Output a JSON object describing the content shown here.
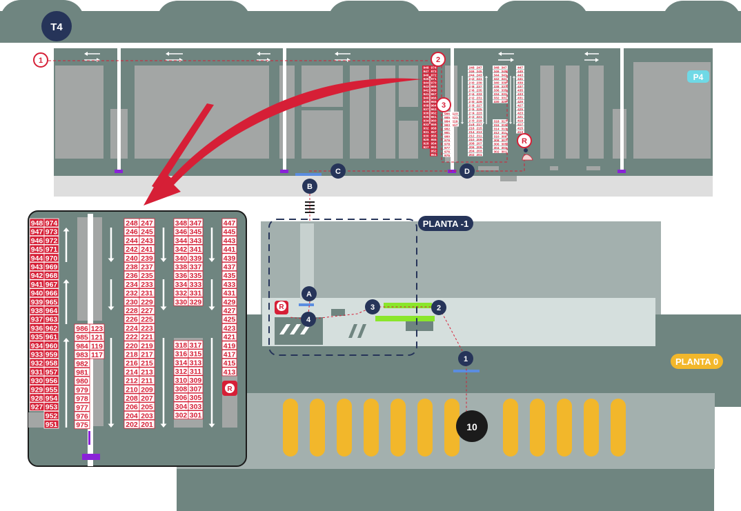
{
  "terminal": {
    "label": "T4"
  },
  "parking": {
    "label": "P4"
  },
  "floors": {
    "level_minus_1": "PLANTA -1",
    "level_0": "PLANTA 0"
  },
  "gate_marker": {
    "label": "10"
  },
  "route_markers": {
    "top_red": [
      "1",
      "2",
      "3"
    ],
    "top_dark": [
      "B",
      "C",
      "D"
    ],
    "bottom_dark": [
      "A",
      "4",
      "3",
      "2",
      "1"
    ]
  },
  "reserved_marker": {
    "label": "R"
  },
  "zoom": {
    "col1_left": [
      "948",
      "947",
      "946",
      "945",
      "944",
      "943",
      "942",
      "941",
      "940",
      "939",
      "938",
      "937",
      "936",
      "935",
      "934",
      "933",
      "932",
      "931",
      "930",
      "929",
      "928",
      "927"
    ],
    "col1_right": [
      "974",
      "973",
      "972",
      "971",
      "970",
      "969",
      "968",
      "967",
      "966",
      "965",
      "964",
      "963",
      "962",
      "961",
      "960",
      "959",
      "958",
      "957",
      "956",
      "955",
      "954",
      "953",
      "952",
      "951"
    ],
    "col2_left": [
      "986",
      "985",
      "984",
      "983",
      "982",
      "981",
      "980",
      "979",
      "978",
      "977",
      "976",
      "975"
    ],
    "col2_right": [
      "123",
      "121",
      "119",
      "117"
    ],
    "col3a_left": [
      "248",
      "246",
      "244",
      "242",
      "240",
      "238",
      "236",
      "234",
      "232",
      "230",
      "228",
      "226",
      "224",
      "222",
      "220",
      "218",
      "216",
      "214",
      "212",
      "210",
      "208",
      "206",
      "204",
      "202"
    ],
    "col3a_right": [
      "247",
      "245",
      "243",
      "241",
      "239",
      "237",
      "235",
      "233",
      "231",
      "229",
      "227",
      "225",
      "223",
      "221",
      "219",
      "217",
      "215",
      "213",
      "211",
      "209",
      "207",
      "205",
      "203",
      "201"
    ],
    "col4a_left": [
      "348",
      "346",
      "344",
      "342",
      "340",
      "338",
      "336",
      "334",
      "332",
      "330"
    ],
    "col4a_right": [
      "347",
      "345",
      "343",
      "341",
      "339",
      "337",
      "335",
      "333",
      "331",
      "329"
    ],
    "col4b_left": [
      "318",
      "316",
      "314",
      "312",
      "310",
      "308",
      "306",
      "304",
      "302"
    ],
    "col4b_right": [
      "317",
      "315",
      "313",
      "311",
      "309",
      "307",
      "305",
      "303",
      "301"
    ],
    "col5": [
      "447",
      "445",
      "443",
      "441",
      "439",
      "437",
      "435",
      "433",
      "431",
      "429",
      "427",
      "425",
      "423",
      "421",
      "419",
      "417",
      "415",
      "413"
    ]
  },
  "colors": {
    "accent_red": "#d61f36",
    "route_navy": "#263459",
    "floor_label_yellow": "#f2b72b",
    "parking_slate": "#6f8580",
    "bay_gray": "#a3a6a5",
    "highlight_green": "#8ae62b",
    "barrier_purple": "#8a22d8",
    "link_blue": "#5b8de0",
    "parking_cyan": "#6fd9e6"
  },
  "icons": [
    "reserved-spot-icon",
    "person-icon",
    "direction-arrow-icon"
  ]
}
